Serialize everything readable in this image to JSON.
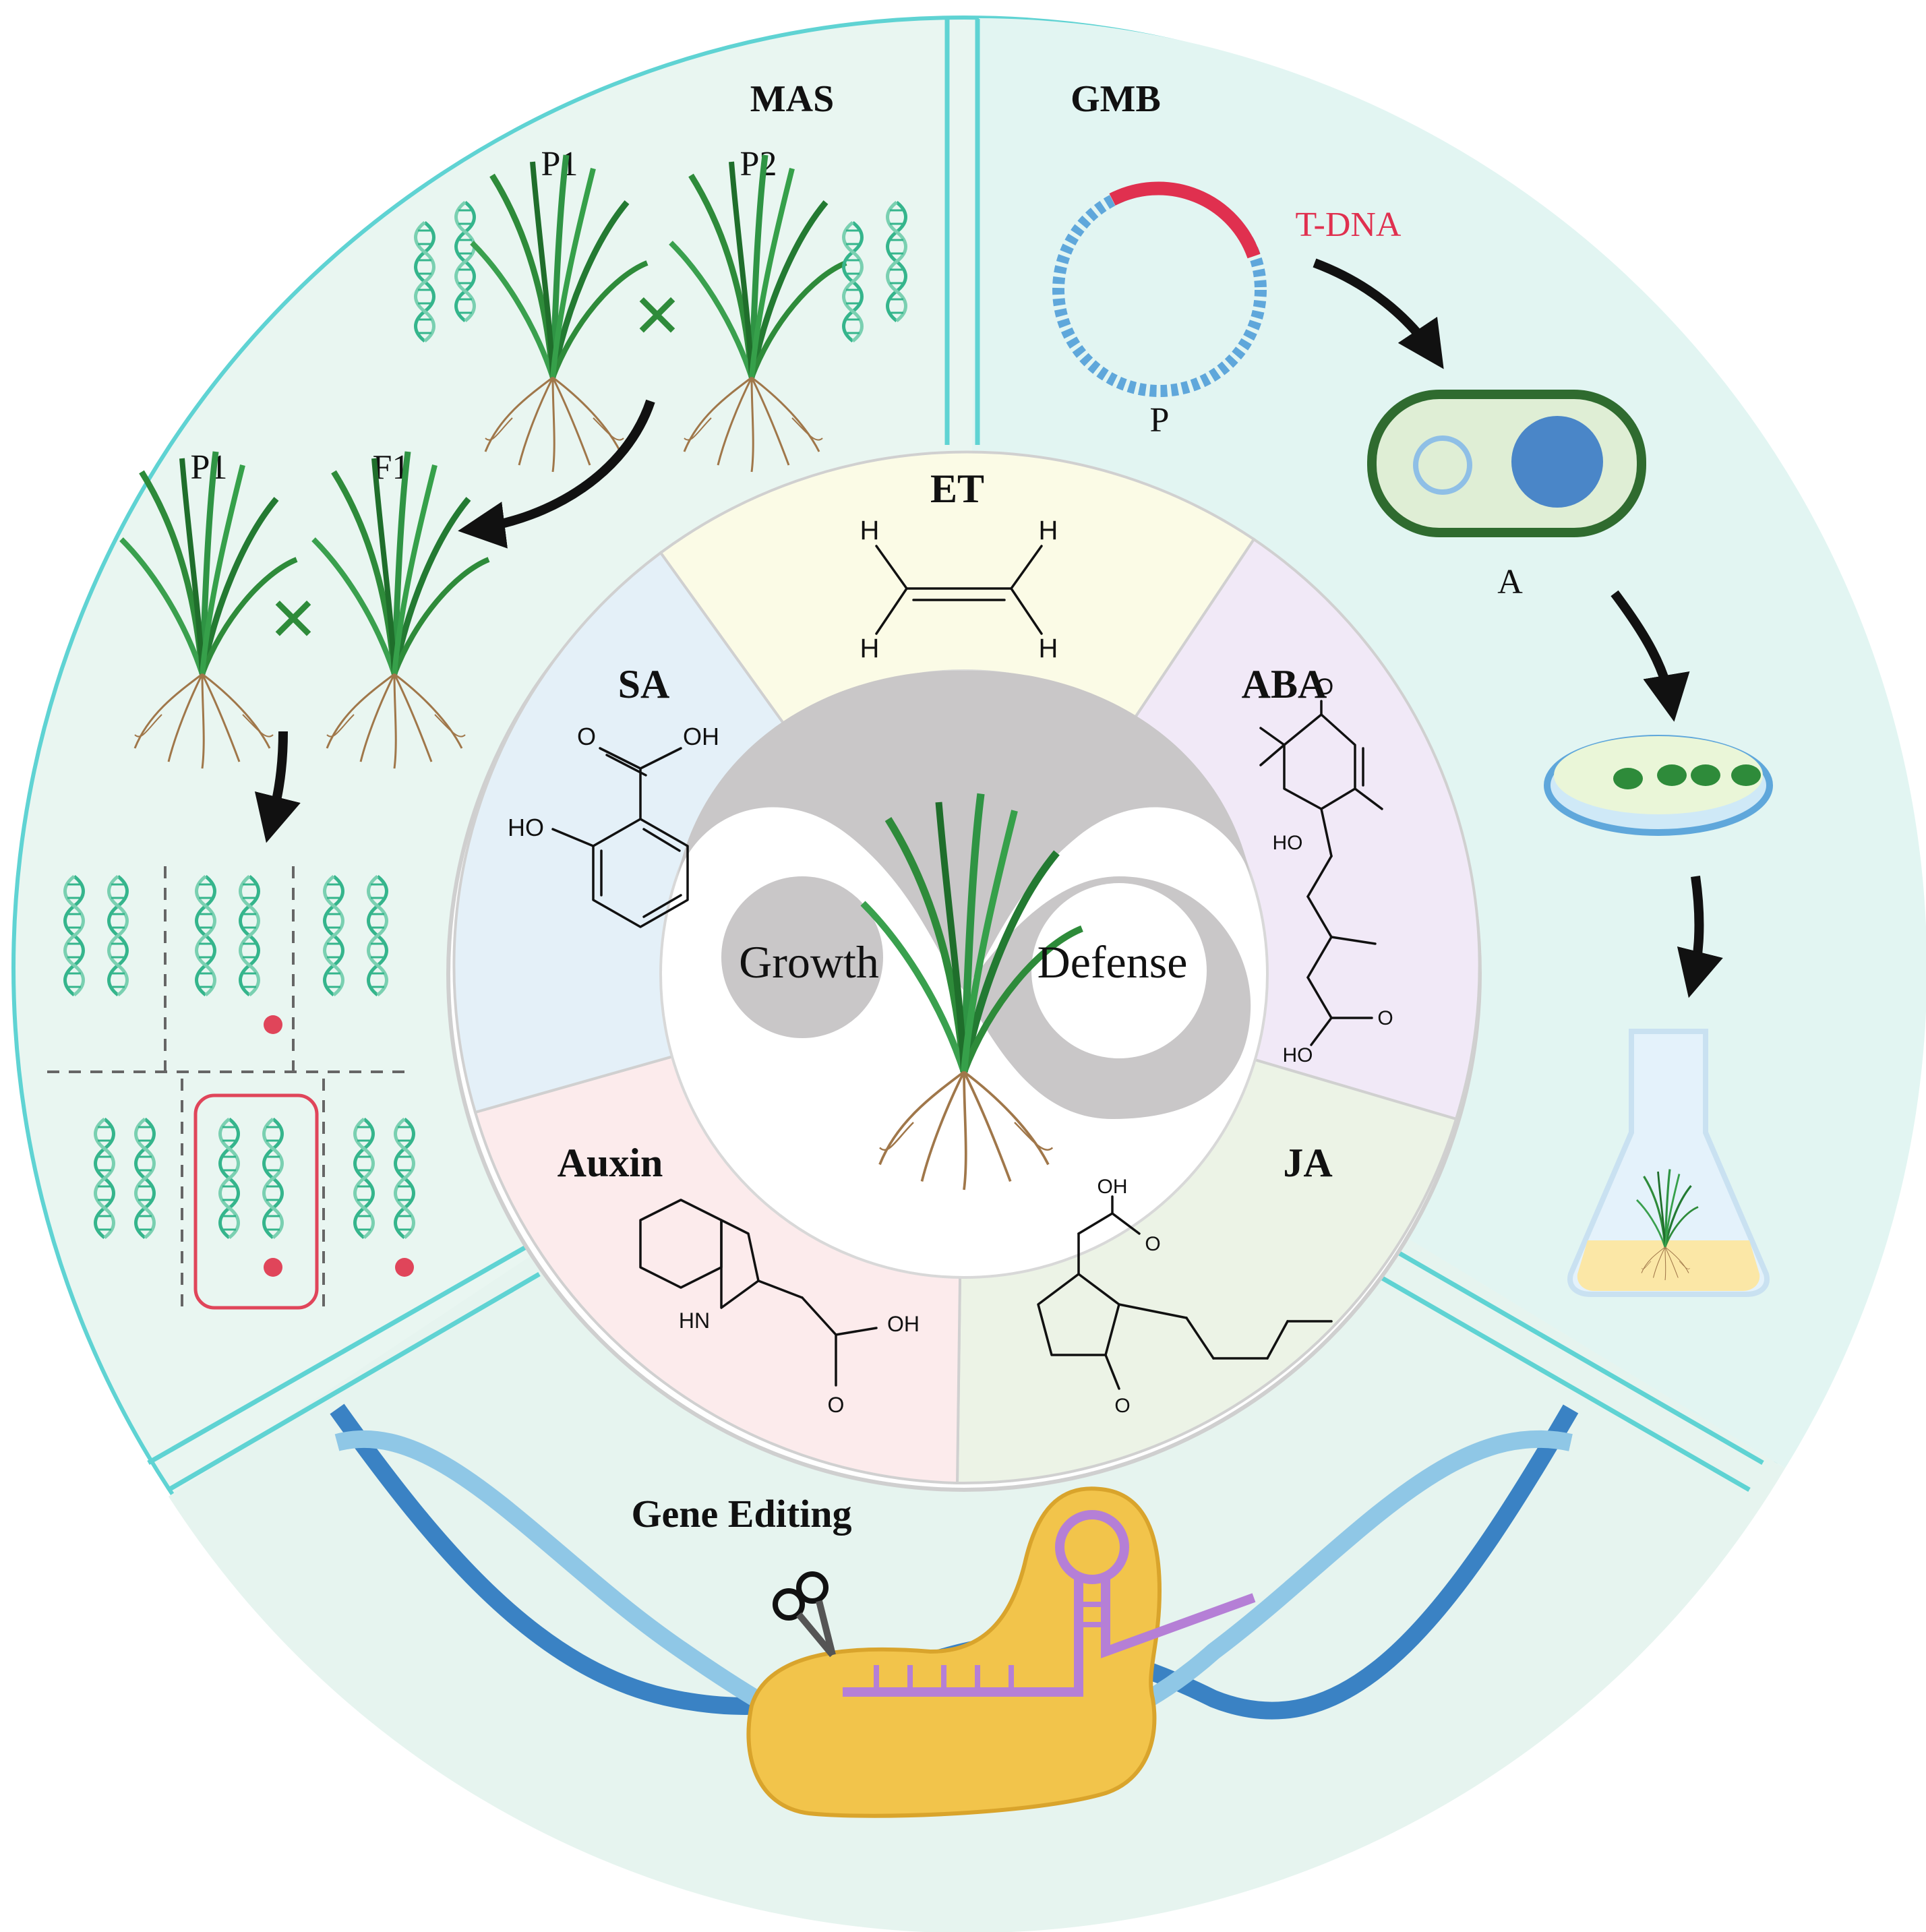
{
  "colors": {
    "outer_ring_border": "#5fd3d3",
    "outer_fill": "#e9f6f1",
    "gmb_fill": "#e2f5f2",
    "et_fill": "#fbfbe6",
    "aba_fill": "#f1e9f7",
    "ja_fill": "#ecf3e6",
    "auxin_fill": "#fcebec",
    "sa_fill": "#e4f0f8",
    "hub_gray": "#c9c7c8",
    "plant_green": "#2e8b3a",
    "root_brown": "#a0774a",
    "dna_teal": "#35b58c",
    "dna_blue": "#4a86c8",
    "dna_red": "#e0455a",
    "tdna_red": "#e0304f",
    "cas_yellow": "#f2c44b",
    "rna_purple": "#b57fd6",
    "arrow_black": "#111111"
  },
  "sections": {
    "mas": {
      "title": "MAS",
      "parent1_label": "P1",
      "parent2_label": "P2",
      "backcross_parent_label": "P1",
      "f1_label": "F1",
      "cross_symbol": "✕",
      "icons": [
        "rice-plant-icon",
        "dna-double-helix-icon",
        "cross-icon",
        "curved-arrow-icon",
        "selected-genotype-box"
      ]
    },
    "gmb": {
      "title": "GMB",
      "plasmid_label": "P",
      "tdna_label": "T-DNA",
      "agrobacterium_label": "A",
      "icons": [
        "plasmid-icon",
        "agrobacterium-cell-icon",
        "petri-dish-icon",
        "culture-flask-icon"
      ]
    },
    "gene_editing": {
      "title": "Gene Editing",
      "icons": [
        "dna-helix-icon",
        "cas9-protein-icon",
        "guide-rna-icon",
        "scissors-icon"
      ]
    }
  },
  "hormones": [
    {
      "key": "et",
      "label": "ET",
      "atoms": [
        "H",
        "H",
        "H",
        "H"
      ]
    },
    {
      "key": "aba",
      "label": "ABA",
      "atoms": [
        "O",
        "HO",
        "HO",
        "O"
      ]
    },
    {
      "key": "ja",
      "label": "JA",
      "atoms": [
        "OH",
        "O",
        "O"
      ]
    },
    {
      "key": "auxin",
      "label": "Auxin",
      "atoms": [
        "HN",
        "OH",
        "O"
      ]
    },
    {
      "key": "sa",
      "label": "SA",
      "atoms": [
        "O",
        "OH",
        "HO"
      ]
    }
  ],
  "hub": {
    "growth_label": "Growth",
    "defense_label": "Defense"
  }
}
